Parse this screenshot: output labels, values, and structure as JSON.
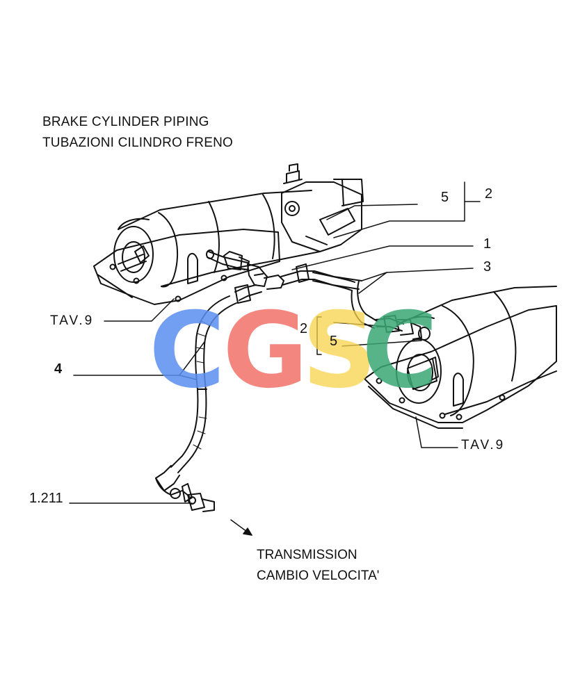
{
  "title": {
    "line1": "BRAKE CYLINDER PIPING",
    "line2": "TUBAZIONI CILINDRO FRENO"
  },
  "callouts": {
    "c5_top": "5",
    "c2_top": "2",
    "c1": "1",
    "c3": "3",
    "c2_mid": "2",
    "c5_mid": "5",
    "c4": "4",
    "c1_211": "1.211"
  },
  "references": {
    "tav_left": "TAV.9",
    "tav_right": "TAV.9"
  },
  "destination": {
    "line1": "TRANSMISSION",
    "line2": "CAMBIO VELOCITA'"
  },
  "watermark": {
    "letters": [
      "C",
      "G",
      "S",
      "C"
    ],
    "colors": [
      "#5b8ff0",
      "#f2736a",
      "#f8d34a",
      "#3aa874"
    ]
  }
}
